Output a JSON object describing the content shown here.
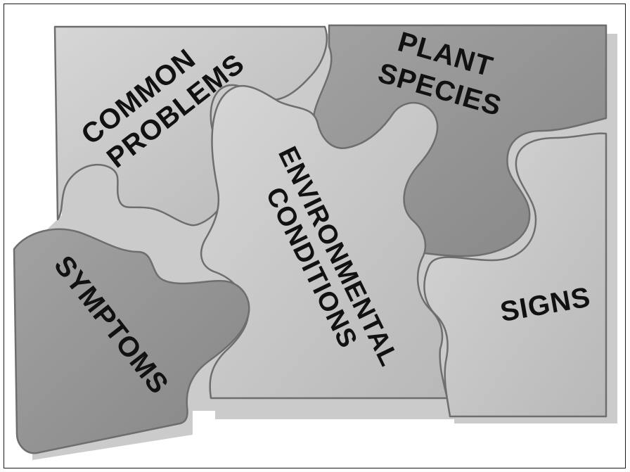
{
  "diagram": {
    "type": "jigsaw-puzzle",
    "colors": {
      "common_problems": "#c4c4c4",
      "plant_species": "#8f8f8f",
      "environmental_conditions": "#bdbdbd",
      "signs": "#c6c6c6",
      "symptoms": "#8c8c8c",
      "shadow": "#6a6a6a",
      "background": "#ffffff",
      "text": "#111111"
    },
    "pieces": {
      "common_problems": {
        "lines": [
          "COMMON",
          "PROBLEMS"
        ]
      },
      "plant_species": {
        "lines": [
          "PLANT",
          "SPECIES"
        ]
      },
      "environmental_conditions": {
        "lines": [
          "ENVIRONMENTAL",
          "CONDITIONS"
        ]
      },
      "signs": {
        "lines": [
          "SIGNS"
        ]
      },
      "symptoms": {
        "lines": [
          "SYMPTOMS"
        ]
      }
    }
  }
}
